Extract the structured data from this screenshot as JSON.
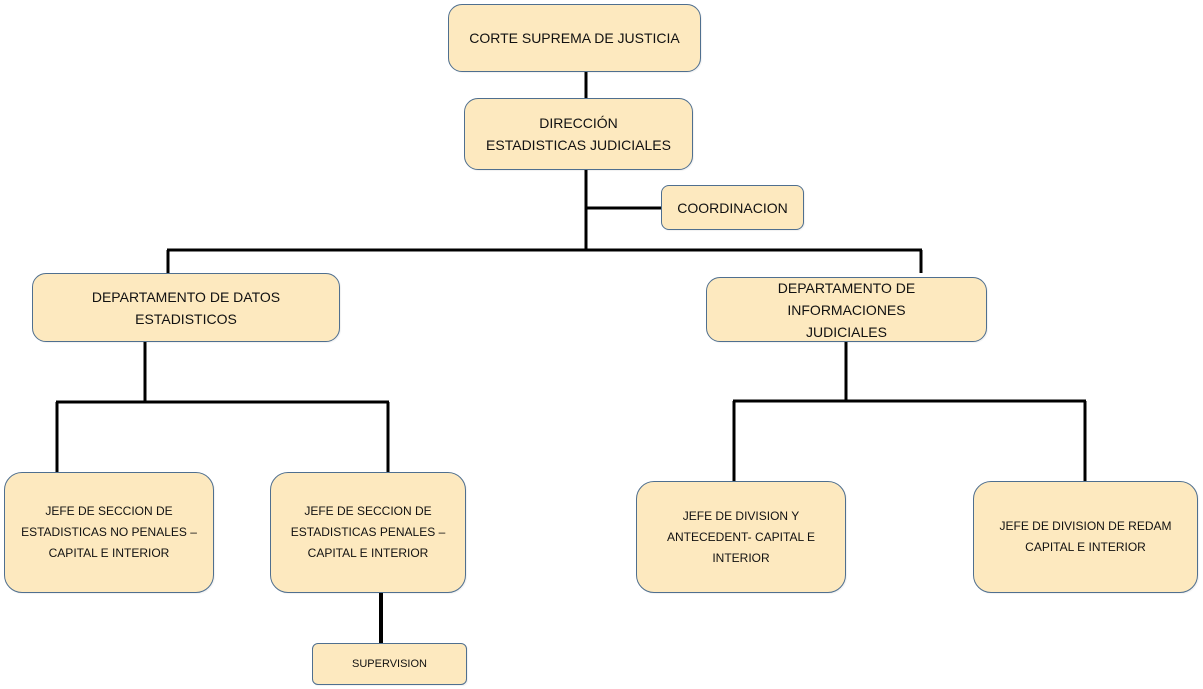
{
  "colors": {
    "box_fill": "#fde9bf",
    "box_border": "#4f6f8f",
    "connector": "#000000",
    "text": "#111111"
  },
  "nodes": {
    "corte": "CORTE SUPREMA DE JUSTICIA",
    "direccion": "DIRECCIÓN\nESTADISTICAS JUDICIALES",
    "coordinacion": "COORDINACION",
    "datos": "DEPARTAMENTO DE DATOS ESTADISTICOS",
    "informaciones": "DEPARTAMENTO DE INFORMACIONES\nJUDICIALES",
    "no_penales": "JEFE DE SECCION DE\nESTADISTICAS NO PENALES –\nCAPITAL E INTERIOR",
    "penales": "JEFE DE SECCION DE\nESTADISTICAS PENALES –\nCAPITAL E INTERIOR",
    "supervision": "SUPERVISION",
    "division_antecedent": "JEFE DE DIVISION Y\nANTECEDENT- CAPITAL E\nINTERIOR",
    "division_redam": "JEFE DE DIVISION DE REDAM\nCAPITAL E INTERIOR"
  }
}
